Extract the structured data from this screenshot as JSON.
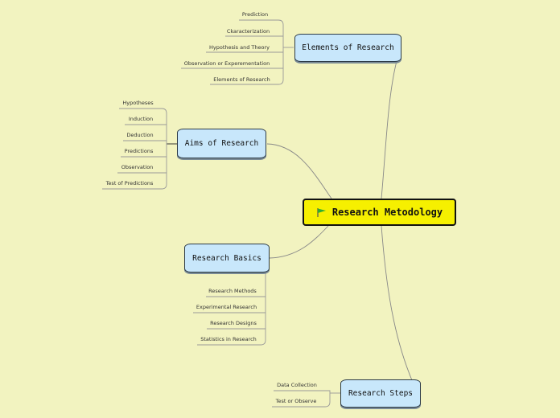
{
  "central": {
    "title": "Research Metodology",
    "icon": "flag-icon"
  },
  "topics": {
    "elements": {
      "title": "Elements of Research",
      "items": [
        "Prediction",
        "Ckaracterization",
        "Hypothesis and Theory",
        "Observation or Experementation",
        "Elements of Research"
      ]
    },
    "aims": {
      "title": "Aims of Research",
      "items": [
        "Hypotheses",
        "Induction",
        "Deduction",
        "Predictions",
        "Observation",
        "Test of Predictions"
      ]
    },
    "basics": {
      "title": "Research Basics",
      "items": [
        "Research Methods",
        "Experimental Research",
        "Research Designs",
        "Statistics in Research"
      ]
    },
    "steps": {
      "title": "Research Steps",
      "items": [
        "Data Collection",
        "Test or Observe"
      ]
    }
  },
  "colors": {
    "background": "#f2f3c0",
    "central_fill": "#f6f000",
    "topic_fill": "#c8e7fb",
    "line": "#777777"
  }
}
